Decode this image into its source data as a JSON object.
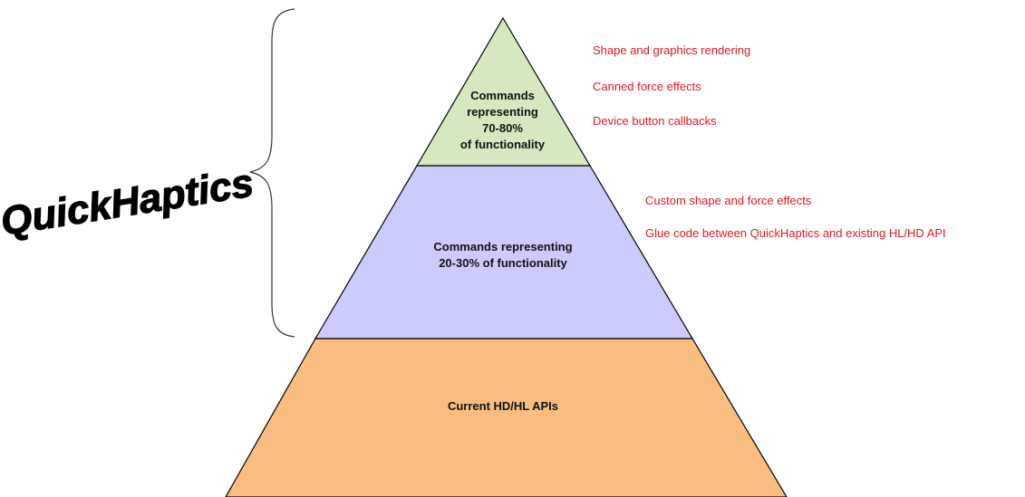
{
  "brand": {
    "name": "QuickHaptics"
  },
  "colors": {
    "tier_top_fill": "#d5e8c0",
    "tier_middle_fill": "#cccbfd",
    "tier_bottom_fill": "#fbbd7f",
    "outline": "#000000",
    "note_text": "#e0191f",
    "brace": "#333333"
  },
  "pyramid": {
    "tiers": [
      {
        "id": "top",
        "label_lines": [
          "Commands",
          "representing",
          "70-80%",
          "of functionality"
        ]
      },
      {
        "id": "middle",
        "label_lines": [
          "Commands representing",
          "20-30% of functionality"
        ]
      },
      {
        "id": "bottom",
        "label_lines": [
          "Current HD/HL APIs"
        ]
      }
    ]
  },
  "notes": {
    "top": [
      "Shape and graphics rendering",
      "Canned force effects",
      "Device button callbacks"
    ],
    "middle": [
      "Custom shape and force effects",
      "Glue code between QuickHaptics and existing HL/HD API"
    ]
  }
}
